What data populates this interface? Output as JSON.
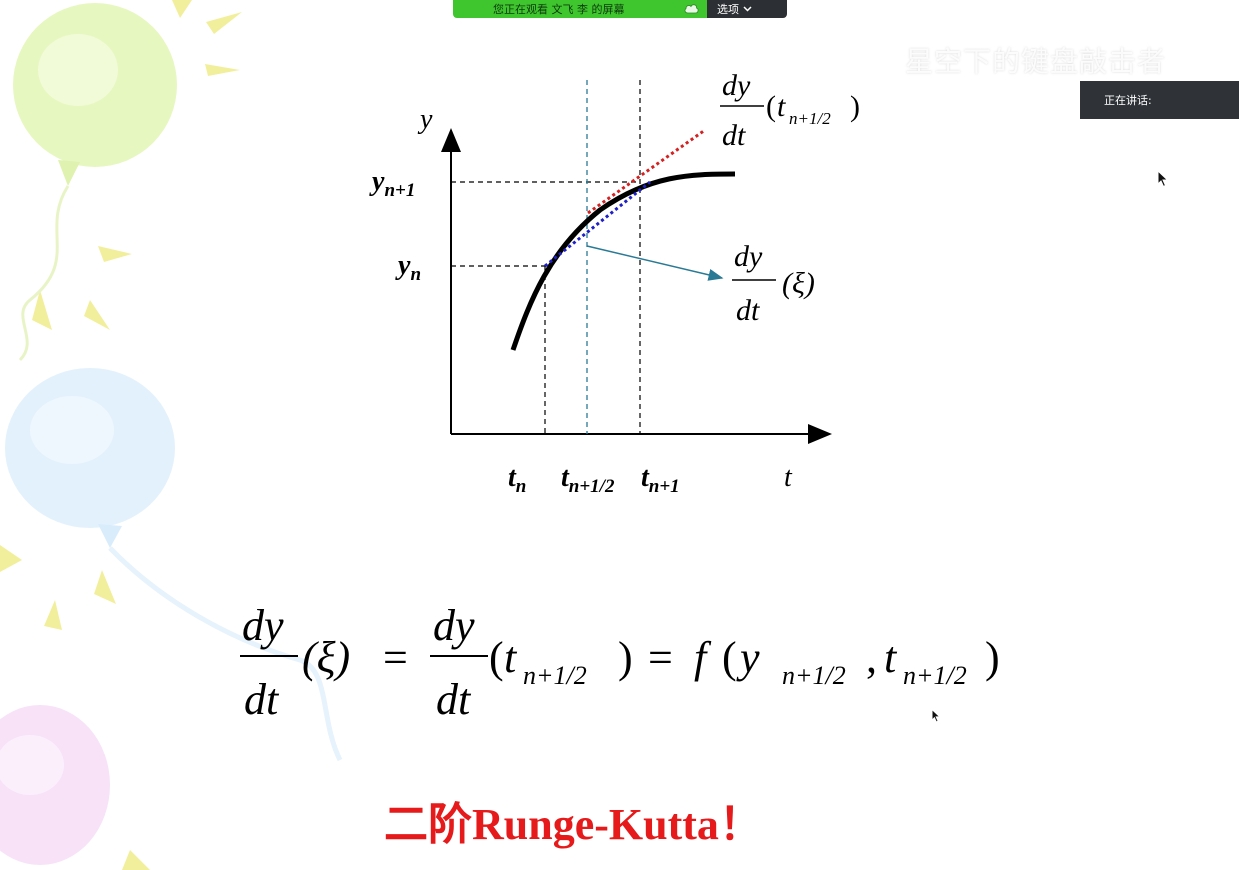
{
  "share_bar": {
    "status_text": "您正在观看 文飞 李 的屏幕",
    "options_label": "选项",
    "accent": "#3fc62f"
  },
  "speaking_panel": {
    "label": "正在讲话:"
  },
  "watermark": {
    "text": "星空下的键盘敲击者"
  },
  "slide": {
    "figure": {
      "y_axis_label": "y",
      "t_axis_label": "t",
      "y_n1": {
        "base": "y",
        "sub": "n+1"
      },
      "y_n": {
        "base": "y",
        "sub": "n"
      },
      "t_n": {
        "base": "t",
        "sub": "n"
      },
      "t_half": {
        "base": "t",
        "sub": "n+1/2"
      },
      "t_n1": {
        "base": "t",
        "sub": "n+1"
      },
      "top_label": {
        "num": "dy",
        "den": "dt",
        "arg_open": "(",
        "arg_base": "t",
        "arg_sub": "n+1/2",
        "arg_close": ")"
      },
      "mid_label": {
        "num": "dy",
        "den": "dt",
        "arg": "(ξ)"
      },
      "colors": {
        "curve": "#000000",
        "red_tangent": "#d42020",
        "blue_tangent": "#2020c8",
        "teal": "#2a7a96"
      }
    },
    "equation": {
      "frac1_num": "dy",
      "frac1_den": "dt",
      "xi": "(ξ)",
      "eq1": "=",
      "frac2_num": "dy",
      "frac2_den": "dt",
      "t_open": "(",
      "t_base": "t",
      "t_sub": "n+1/2",
      "t_close": ")",
      "eq2": "=",
      "f": "f",
      "f_open": "(",
      "y_base": "y",
      "y_sub": "n+1/2",
      "comma": ",",
      "t2_base": "t",
      "t2_sub": "n+1/2",
      "f_close": ")"
    },
    "title": "二阶Runge-Kutta！",
    "title_color": "#e61a1a"
  }
}
